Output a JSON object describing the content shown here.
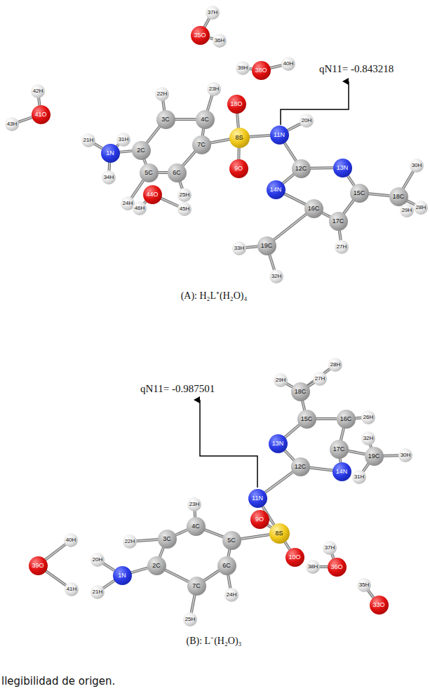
{
  "diagram": {
    "nodes": [
      {
        "text": [
          "37H"
        ]
      },
      {
        "text": [
          "35O"
        ]
      },
      {
        "text": [
          "36H"
        ]
      },
      {
        "text": [
          "39H"
        ]
      },
      {
        "text": [
          "38O"
        ]
      },
      {
        "text": [
          "40H"
        ]
      },
      {
        "text": [
          "42H"
        ]
      },
      {
        "text": [
          "41O"
        ]
      },
      {
        "text": [
          "43H"
        ]
      },
      {
        "text": [
          "22H"
        ]
      },
      {
        "text": [
          "23H"
        ]
      },
      {
        "text": [
          "18O"
        ]
      },
      {
        "text": [
          "3C"
        ]
      },
      {
        "text": [
          "4C"
        ]
      },
      {
        "text": [
          "20H"
        ]
      },
      {
        "text": [
          "8S"
        ]
      },
      {
        "text": [
          "11N"
        ]
      },
      {
        "text": [
          "21H"
        ]
      },
      {
        "text": [
          "31H"
        ]
      },
      {
        "text": [
          "2C"
        ]
      },
      {
        "text": [
          "7C"
        ]
      },
      {
        "text": [
          "1N"
        ]
      },
      {
        "text": [
          "9O"
        ]
      },
      {
        "text": [
          "12C"
        ]
      },
      {
        "text": [
          "13N"
        ]
      },
      {
        "text": [
          "30H"
        ]
      },
      {
        "text": [
          "6C"
        ]
      },
      {
        "text": [
          "5C"
        ]
      },
      {
        "text": [
          "34H"
        ]
      },
      {
        "text": [
          "14N"
        ]
      },
      {
        "text": [
          "15C"
        ]
      },
      {
        "text": [
          "18C"
        ]
      },
      {
        "text": [
          "44O"
        ]
      },
      {
        "text": [
          "25H"
        ]
      },
      {
        "text": [
          "24H"
        ]
      },
      {
        "text": [
          "46H"
        ]
      },
      {
        "text": [
          "45H"
        ]
      },
      {
        "text": [
          "29H"
        ]
      },
      {
        "text": [
          "28H"
        ]
      },
      {
        "text": [
          "16C"
        ]
      },
      {
        "text": [
          "17C"
        ]
      },
      {
        "text": [
          "19C"
        ]
      },
      {
        "text": [
          "27H"
        ]
      },
      {
        "text": [
          "33H"
        ]
      },
      {
        "text": [
          "32H"
        ]
      },
      {
        "text": [
          "28H"
        ]
      },
      {
        "text": [
          "29H"
        ]
      },
      {
        "text": [
          "18C"
        ]
      },
      {
        "text": [
          "27H"
        ]
      },
      {
        "text": [
          "26H"
        ]
      },
      {
        "text": [
          "15C"
        ]
      },
      {
        "text": [
          "16C"
        ]
      },
      {
        "text": [
          "32H"
        ]
      },
      {
        "text": [
          "13N"
        ]
      },
      {
        "text": [
          "17C"
        ]
      },
      {
        "text": [
          "19C"
        ]
      },
      {
        "text": [
          "30H"
        ]
      },
      {
        "text": [
          "12C"
        ]
      },
      {
        "text": [
          "14N"
        ]
      },
      {
        "text": [
          "31H"
        ]
      },
      {
        "text": [
          "11N"
        ]
      },
      {
        "text": [
          "23H"
        ]
      },
      {
        "text": [
          "9O"
        ]
      },
      {
        "text": [
          "4C"
        ]
      },
      {
        "text": [
          "8S"
        ]
      },
      {
        "text": [
          "3C"
        ]
      },
      {
        "text": [
          "5C"
        ]
      },
      {
        "text": [
          "22H"
        ]
      },
      {
        "text": [
          "40H"
        ]
      },
      {
        "text": [
          "10O"
        ]
      },
      {
        "text": [
          "38H"
        ]
      },
      {
        "text": [
          "37H"
        ]
      },
      {
        "text": [
          "36O"
        ]
      },
      {
        "text": [
          "20H"
        ]
      },
      {
        "text": [
          "39O"
        ]
      },
      {
        "text": [
          "2C"
        ]
      },
      {
        "text": [
          "6C"
        ]
      },
      {
        "text": [
          "1N"
        ]
      },
      {
        "text": [
          "35H"
        ]
      },
      {
        "text": [
          "41H"
        ]
      },
      {
        "text": [
          "7C"
        ]
      },
      {
        "text": [
          "21H"
        ]
      },
      {
        "text": [
          "24H"
        ]
      },
      {
        "text": [
          "33O"
        ]
      },
      {
        "text": [
          "25H"
        ]
      }
    ],
    "edges": [
      {
        "from": 1,
        "to": 0,
        "arrow": "none"
      },
      {
        "from": 1,
        "to": 2,
        "arrow": "none"
      },
      {
        "from": 4,
        "to": 3,
        "arrow": "none"
      },
      {
        "from": 4,
        "to": 5,
        "arrow": "none"
      },
      {
        "from": 7,
        "to": 6,
        "arrow": "none"
      },
      {
        "from": 7,
        "to": 8,
        "arrow": "none"
      },
      {
        "from": 21,
        "to": 19,
        "arrow": "none"
      },
      {
        "from": 21,
        "to": 17,
        "arrow": "none"
      },
      {
        "from": 21,
        "to": 18,
        "arrow": "none"
      },
      {
        "from": 21,
        "to": 28,
        "arrow": "none"
      },
      {
        "from": 19,
        "to": 12,
        "arrow": "none"
      },
      {
        "from": 19,
        "to": 27,
        "arrow": "none"
      },
      {
        "from": 12,
        "to": 13,
        "arrow": "none"
      },
      {
        "from": 12,
        "to": 9,
        "arrow": "none"
      },
      {
        "from": 13,
        "to": 20,
        "arrow": "none"
      },
      {
        "from": 13,
        "to": 10,
        "arrow": "none"
      },
      {
        "from": 20,
        "to": 26,
        "arrow": "none"
      },
      {
        "from": 26,
        "to": 27,
        "arrow": "none"
      },
      {
        "from": 27,
        "to": 34,
        "arrow": "none"
      },
      {
        "from": 26,
        "to": 33,
        "arrow": "none"
      },
      {
        "from": 20,
        "to": 15,
        "arrow": "none"
      },
      {
        "from": 15,
        "to": 11,
        "arrow": "none"
      },
      {
        "from": 15,
        "to": 22,
        "arrow": "none"
      },
      {
        "from": 15,
        "to": 16,
        "arrow": "none"
      },
      {
        "from": 16,
        "to": 14,
        "arrow": "none"
      },
      {
        "from": 16,
        "to": 23,
        "arrow": "none"
      },
      {
        "from": 23,
        "to": 24,
        "arrow": "none"
      },
      {
        "from": 23,
        "to": 29,
        "arrow": "none"
      },
      {
        "from": 24,
        "to": 30,
        "arrow": "none"
      },
      {
        "from": 30,
        "to": 40,
        "arrow": "none"
      },
      {
        "from": 40,
        "to": 39,
        "arrow": "none"
      },
      {
        "from": 39,
        "to": 29,
        "arrow": "none"
      },
      {
        "from": 30,
        "to": 31,
        "arrow": "none"
      },
      {
        "from": 31,
        "to": 25,
        "arrow": "none"
      },
      {
        "from": 31,
        "to": 37,
        "arrow": "none"
      },
      {
        "from": 31,
        "to": 38,
        "arrow": "none"
      },
      {
        "from": 40,
        "to": 42,
        "arrow": "none"
      },
      {
        "from": 39,
        "to": 41,
        "arrow": "none"
      },
      {
        "from": 41,
        "to": 43,
        "arrow": "none"
      },
      {
        "from": 41,
        "to": 44,
        "arrow": "none"
      },
      {
        "from": 32,
        "to": 36,
        "arrow": "none"
      },
      {
        "from": 32,
        "to": 35,
        "arrow": "none"
      },
      {
        "from": 77,
        "to": 75,
        "arrow": "none"
      },
      {
        "from": 77,
        "to": 73,
        "arrow": "none"
      },
      {
        "from": 77,
        "to": 81,
        "arrow": "none"
      },
      {
        "from": 75,
        "to": 65,
        "arrow": "none"
      },
      {
        "from": 75,
        "to": 80,
        "arrow": "none"
      },
      {
        "from": 65,
        "to": 63,
        "arrow": "none"
      },
      {
        "from": 65,
        "to": 67,
        "arrow": "none"
      },
      {
        "from": 63,
        "to": 66,
        "arrow": "none"
      },
      {
        "from": 63,
        "to": 61,
        "arrow": "none"
      },
      {
        "from": 66,
        "to": 76,
        "arrow": "none"
      },
      {
        "from": 76,
        "to": 80,
        "arrow": "none"
      },
      {
        "from": 76,
        "to": 82,
        "arrow": "none"
      },
      {
        "from": 80,
        "to": 84,
        "arrow": "none"
      },
      {
        "from": 66,
        "to": 64,
        "arrow": "none"
      },
      {
        "from": 64,
        "to": 62,
        "arrow": "none"
      },
      {
        "from": 64,
        "to": 69,
        "arrow": "none"
      },
      {
        "from": 64,
        "to": 60,
        "arrow": "none"
      },
      {
        "from": 60,
        "to": 57,
        "arrow": "none"
      },
      {
        "from": 57,
        "to": 53,
        "arrow": "none"
      },
      {
        "from": 57,
        "to": 58,
        "arrow": "none"
      },
      {
        "from": 53,
        "to": 50,
        "arrow": "none"
      },
      {
        "from": 50,
        "to": 51,
        "arrow": "none"
      },
      {
        "from": 51,
        "to": 54,
        "arrow": "none"
      },
      {
        "from": 54,
        "to": 58,
        "arrow": "none"
      },
      {
        "from": 50,
        "to": 47,
        "arrow": "none"
      },
      {
        "from": 47,
        "to": 45,
        "arrow": "none"
      },
      {
        "from": 47,
        "to": 46,
        "arrow": "none"
      },
      {
        "from": 47,
        "to": 48,
        "arrow": "none"
      },
      {
        "from": 51,
        "to": 49,
        "arrow": "none"
      },
      {
        "from": 54,
        "to": 55,
        "arrow": "none"
      },
      {
        "from": 55,
        "to": 56,
        "arrow": "none"
      },
      {
        "from": 55,
        "to": 59,
        "arrow": "none"
      },
      {
        "from": 55,
        "to": 52,
        "arrow": "none"
      },
      {
        "from": 74,
        "to": 68,
        "arrow": "none"
      },
      {
        "from": 74,
        "to": 79,
        "arrow": "none"
      },
      {
        "from": 72,
        "to": 71,
        "arrow": "none"
      },
      {
        "from": 72,
        "to": 70,
        "arrow": "none"
      },
      {
        "from": 83,
        "to": 78,
        "arrow": "none"
      }
    ],
    "labels": [
      "qN11= -0.843218",
      "(A): H₂L⁺(H₂O)₄",
      "qN11= -0.987501",
      "(B): L⁻(H₂O)₃",
      "llegibilidad de origen."
    ]
  }
}
